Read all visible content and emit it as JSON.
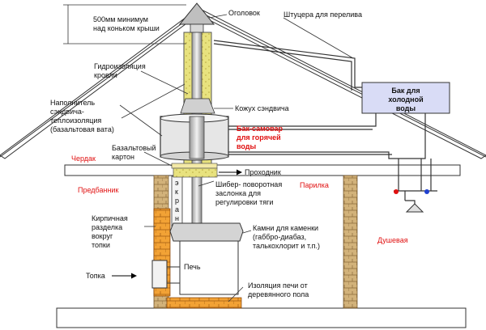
{
  "labels": {
    "height_note": [
      "500мм минимум",
      "над коньком крыши"
    ],
    "cap": "Оголовок",
    "fittings": "Штуцера для перелива",
    "waterproof": [
      "Гидроизоляция",
      "кровли"
    ],
    "insulation": [
      "Наполнитель",
      "сэндвича-",
      "теплоизоляция",
      "(базальтовая вата)"
    ],
    "casing": "Кожух сэндвича",
    "cold_tank": [
      "Бак для",
      "холодной",
      "воды"
    ],
    "hot_tank": [
      "Бак-самовар",
      "для горячей",
      "воды"
    ],
    "basalt": [
      "Базальтовый",
      "картон"
    ],
    "attic": "Чердак",
    "passage": "Проходник",
    "anteroom": "Предбанник",
    "damper": [
      "Шибер- поворотная",
      "заслонка для",
      "регулировки тяги"
    ],
    "steam_room": "Парилка",
    "screen": [
      "э",
      "к",
      "р",
      "а",
      "н"
    ],
    "brick": [
      "Кирпичная",
      "разделка",
      "вокруг",
      "топки"
    ],
    "stones": [
      "Камни для каменки",
      "(габбро-диабаз,",
      "талькохлорит и т.п.)"
    ],
    "shower": "Душевая",
    "firebox": "Топка",
    "stove": "Печь",
    "floor_iso": [
      "Изоляция печи от",
      "деревянного пола"
    ]
  },
  "colors": {
    "label_red": "#e01010",
    "tank_fill": "#d9dcf6",
    "insulation_yellow": "#e8e080",
    "brick_orange": "#f0a030",
    "brick_tan": "#c8a870"
  }
}
